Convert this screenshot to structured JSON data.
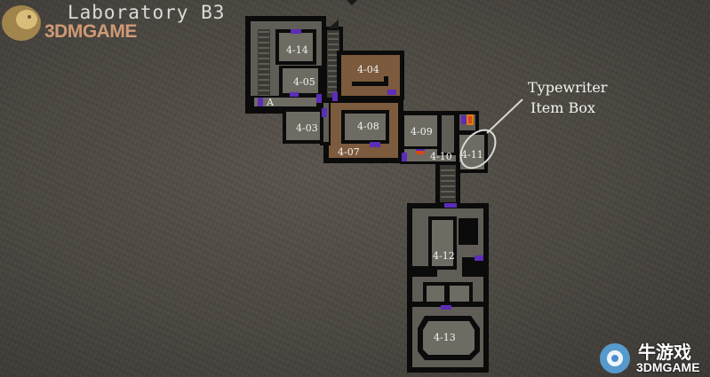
{
  "header": {
    "title": "Laboratory B3"
  },
  "watermarks": {
    "site_logo_text": "3DMGAME",
    "corner_cn": "牛游戏",
    "corner_en": "3DMGAME"
  },
  "legend": {
    "typewriter_label": "Typewriter",
    "item_box_label": "Item Box"
  },
  "rooms": {
    "r4_03": "4-03",
    "r4_04": "4-04",
    "r4_05": "4-05",
    "r4_07": "4-07",
    "r4_08": "4-08",
    "r4_09": "4-09",
    "r4_10": "4-10",
    "r4_11": "4-11",
    "r4_12": "4-12",
    "r4_13": "4-13",
    "r4_14": "4-14"
  },
  "markers": {
    "point_a": "A"
  },
  "colors": {
    "wall": "#0b0b0b",
    "floor": "#5f5d55",
    "floor_light": "#6d6b62",
    "visited": "#7c5a3d",
    "door": "#5b2db8",
    "typewriter": "#d24a16",
    "item_box": "#e07a16"
  }
}
